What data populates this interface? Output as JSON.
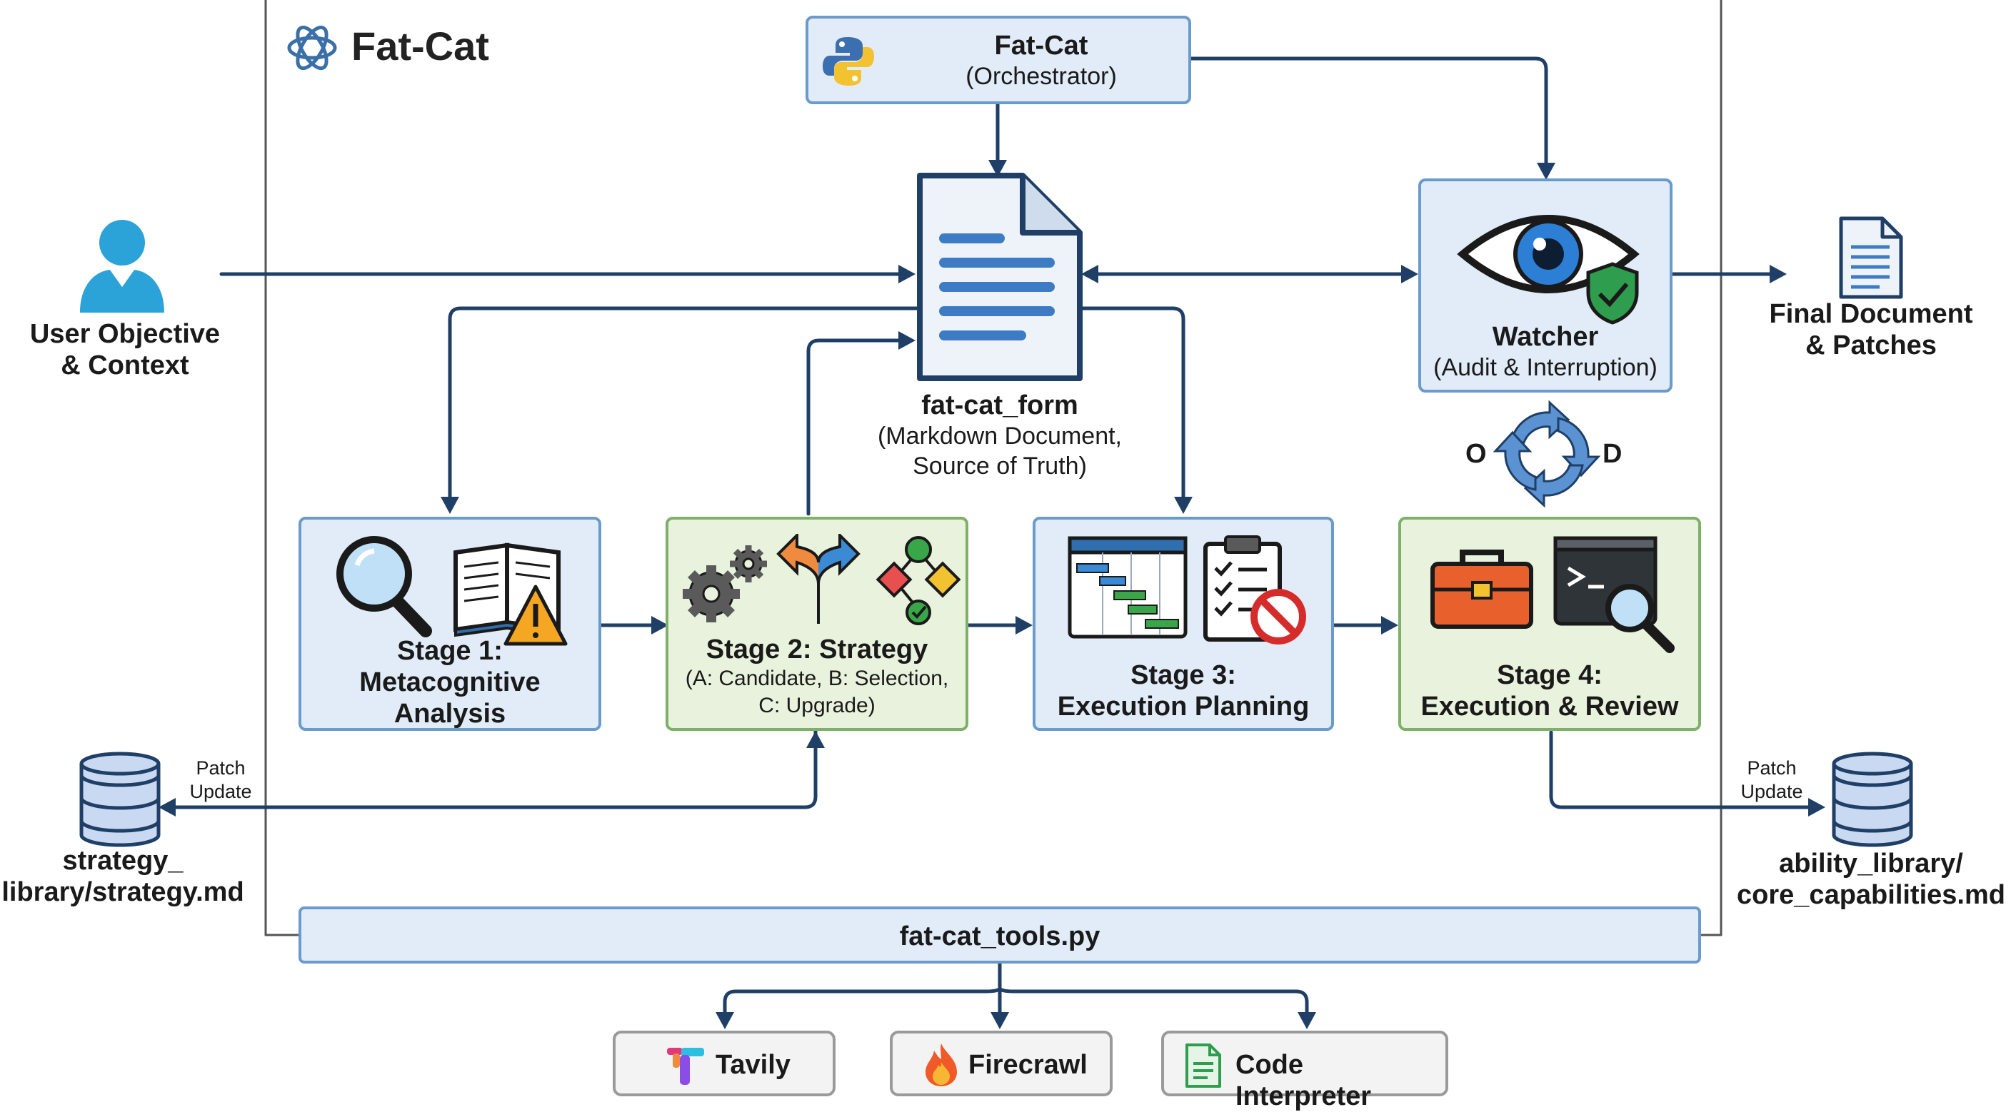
{
  "brand": {
    "name": "Fat-Cat"
  },
  "orchestrator": {
    "title": "Fat-Cat",
    "subtitle": "(Orchestrator)"
  },
  "form": {
    "title": "fat-cat_form",
    "line1": "(Markdown Document,",
    "line2": "Source of Truth)"
  },
  "watcher": {
    "title": "Watcher",
    "subtitle": "(Audit & Interruption)"
  },
  "user": {
    "line1": "User Objective",
    "line2": "& Context"
  },
  "final": {
    "line1": "Final Document",
    "line2": "& Patches"
  },
  "cycle": {
    "left": "O",
    "right": "D"
  },
  "stages": [
    {
      "line1": "Stage 1:",
      "line2": "Metacognitive",
      "line3": "Analysis"
    },
    {
      "line1": "Stage 2: Strategy",
      "line2": "(A: Candidate, B: Selection,",
      "line3": "C: Upgrade)"
    },
    {
      "line1": "Stage 3:",
      "line2": "Execution Planning"
    },
    {
      "line1": "Stage 4:",
      "line2": "Execution & Review"
    }
  ],
  "strategy_db": {
    "patch1": "Patch",
    "patch2": "Update",
    "line1": "strategy_",
    "line2": "library/strategy.md"
  },
  "ability_db": {
    "patch1": "Patch",
    "patch2": "Update",
    "line1": "ability_library/",
    "line2": "core_capabilities.md"
  },
  "tools_bar": {
    "label": "fat-cat_tools.py"
  },
  "tools": [
    {
      "label": "Tavily"
    },
    {
      "label": "Firecrawl"
    },
    {
      "label": "Code Interpreter"
    }
  ],
  "colors": {
    "line": "#1f3f66",
    "blue_fill": "#e1ecf8",
    "blue_border": "#6a9bcb",
    "green_fill": "#e8f2dc",
    "green_border": "#7fb069"
  }
}
